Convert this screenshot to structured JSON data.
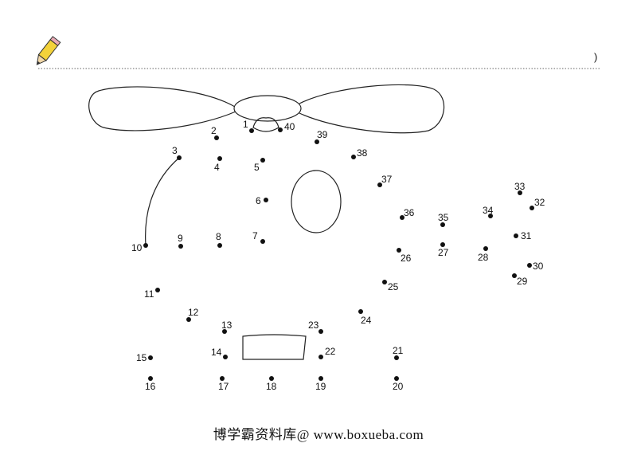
{
  "header": {
    "close_paren": ")"
  },
  "puzzle": {
    "labels": [
      "1",
      "2",
      "3",
      "4",
      "5",
      "6",
      "7",
      "8",
      "9",
      "10",
      "11",
      "12",
      "13",
      "14",
      "15",
      "16",
      "17",
      "18",
      "19",
      "20",
      "21",
      "22",
      "23",
      "24",
      "25",
      "26",
      "27",
      "28",
      "29",
      "30",
      "31",
      "32",
      "33",
      "34",
      "35",
      "36",
      "37",
      "38",
      "39",
      "40"
    ]
  },
  "footer": {
    "watermark": "博学霸资料库@ www.boxueba.com"
  }
}
